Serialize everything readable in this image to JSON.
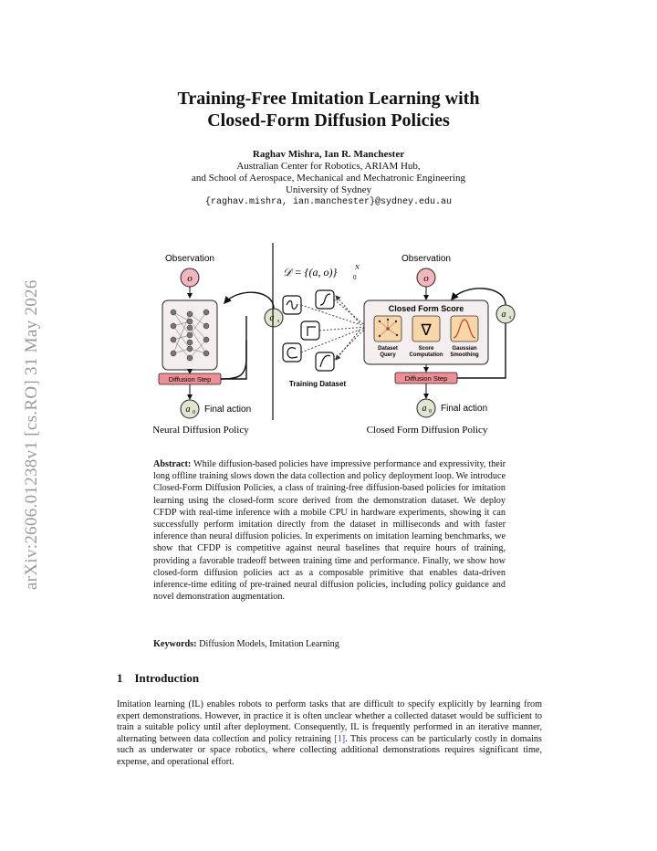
{
  "arxiv_stamp": "arXiv:2606.01238v1  [cs.RO]  31 May 2026",
  "title_line1": "Training-Free Imitation Learning with",
  "title_line2": "Closed-Form Diffusion Policies",
  "authors": {
    "names": "Raghav Mishra, Ian R. Manchester",
    "affil1": "Australian Center for Robotics, ARIAM Hub,",
    "affil2": "and School of Aerospace, Mechanical and Mechatronic Engineering",
    "affil3": "University of Sydney",
    "email": "{raghav.mishra, ian.manchester}@sydney.edu.au"
  },
  "figure": {
    "left_observation": "Observation",
    "left_o": "o",
    "left_as": "a",
    "left_as_sub": "s",
    "left_diffusion_step": "Diffusion Step",
    "left_a0": "a",
    "left_a0_sub": "0",
    "left_final": "Final action",
    "left_caption": "Neural Diffusion Policy",
    "dataset_formula": "𝒟 = {(a, o)}",
    "dataset_formula_sup": "N",
    "dataset_formula_sub": "0",
    "training_dataset": "Training Dataset",
    "right_observation": "Observation",
    "right_o": "o",
    "closed_form_score": "Closed Form Score",
    "dataset_query_1": "Dataset",
    "dataset_query_2": "Query",
    "score_comp_1": "Score",
    "score_comp_2": "Computation",
    "gaussian_1": "Gaussian",
    "gaussian_2": "Smoothing",
    "right_as": "a",
    "right_as_sub": "s",
    "right_diffusion_step": "Diffusion Step",
    "right_a0": "a",
    "right_a0_sub": "0",
    "right_final": "Final action",
    "right_caption": "Closed Form Diffusion Policy"
  },
  "abstract": {
    "label": "Abstract:",
    "text": "While diffusion-based policies have impressive performance and expressivity, their long offline training slows down the data collection and policy deployment loop. We introduce Closed-Form Diffusion Policies, a class of training-free diffusion-based policies for imitation learning using the closed-form score derived from the demonstration dataset. We deploy CFDP with real-time inference with a mobile CPU in hardware experiments, showing it can successfully perform imitation directly from the dataset in milliseconds and with faster inference than neural diffusion policies. In experiments on imitation learning benchmarks, we show that CFDP is competitive against neural baselines that require hours of training, providing a favorable tradeoff between training time and performance. Finally, we show how closed-form diffusion policies act as a composable primitive that enables data-driven inference-time editing of pre-trained neural diffusion policies, including policy guidance and novel demonstration augmentation."
  },
  "keywords": {
    "label": "Keywords:",
    "text": "Diffusion Models, Imitation Learning"
  },
  "section": {
    "number": "1",
    "title": "Introduction"
  },
  "intro": {
    "text_before_cite": "Imitation learning (IL) enables robots to perform tasks that are difficult to specify explicitly by learning from expert demonstrations. However, in practice it is often unclear whether a collected dataset would be sufficient to train a suitable policy until after deployment. Consequently, IL is frequently performed in an iterative manner, alternating between data collection and policy retraining ",
    "cite": "[1]",
    "text_after_cite": ". This process can be particularly costly in domains such as underwater or space robotics, where collecting additional demonstrations requires significant time, expense, and operational effort."
  },
  "colors": {
    "pink_node": "#f4b6bd",
    "diffusion_step": "#ee8f96",
    "green_node": "#dfe6cf",
    "panel_fill": "#f4eeee",
    "score_box_fill": "#f7eadf",
    "sub_box_fill": "#f8d6a8"
  }
}
